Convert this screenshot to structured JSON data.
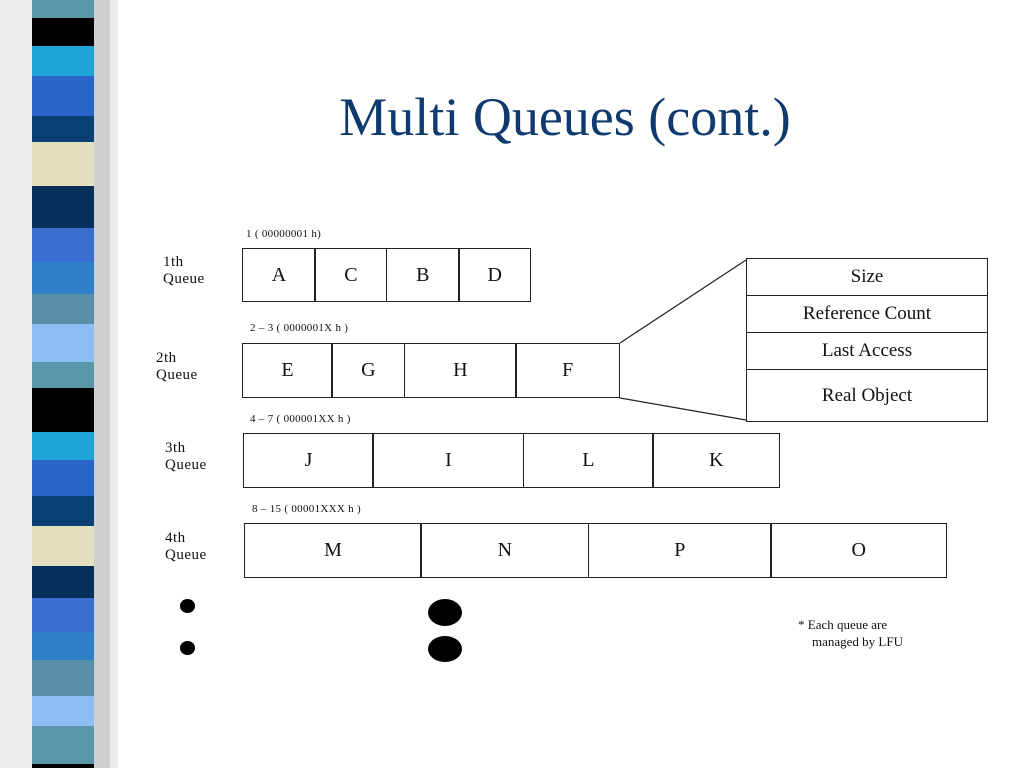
{
  "slide": {
    "title": "Multi Queues (cont.)"
  },
  "colors": {
    "title": "#0f3a6e",
    "stripe": [
      "#3a6fd1",
      "#5b95a8",
      "#0a3f73",
      "#2f7fc9",
      "#000000",
      "#e3e0bf",
      "#5a8fa8",
      "#1fa4d6",
      "#06305a",
      "#8cbdf5",
      "#2b64c8"
    ]
  },
  "queues": [
    {
      "label_line1": "1th",
      "label_line2": "Queue",
      "range": "1 ( 00000001 h)",
      "items": [
        "A",
        "C",
        "B",
        "D"
      ]
    },
    {
      "label_line1": "2th",
      "label_line2": "Queue",
      "range": "2 – 3 ( 0000001X h )",
      "items": [
        "E",
        "G",
        "H",
        "F"
      ]
    },
    {
      "label_line1": "3th",
      "label_line2": "Queue",
      "range": "4 – 7 ( 000001XX h )",
      "items": [
        "J",
        "I",
        "L",
        "K"
      ]
    },
    {
      "label_line1": "4th",
      "label_line2": "Queue",
      "range": "8 – 15 ( 00001XXX h )",
      "items": [
        "M",
        "N",
        "P",
        "O"
      ]
    }
  ],
  "entry_structure": {
    "fields": [
      "Size",
      "Reference Count",
      "Last Access",
      "Real Object"
    ]
  },
  "note": {
    "line1": "* Each queue are",
    "line2": "managed by LFU"
  }
}
